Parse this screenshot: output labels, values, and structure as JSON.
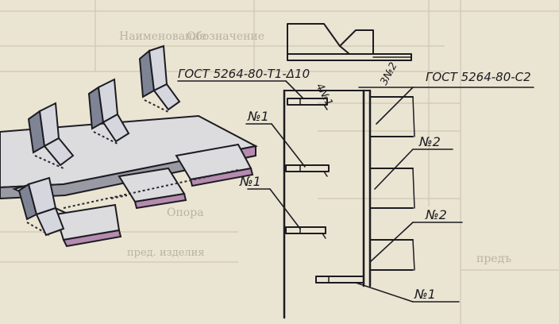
{
  "labels": {
    "gost_left": "ГОСТ 5264-80-Т1-Δ10",
    "gost_right": "ГОСТ 5264-80-С2",
    "mark_4n1": "4№1",
    "mark_3n2": "3№2",
    "n1": "№1",
    "n2": "№2"
  },
  "background_text": {
    "table_row1": "Наименование",
    "table_row2": "Обозначение",
    "row_support": "Опора",
    "row_predl": "предъ",
    "row_izdelie": "пред. изделия"
  },
  "colors": {
    "paper": "#eae4d2",
    "ink": "#1c1c22",
    "plate_edge": "#b58bb0"
  }
}
